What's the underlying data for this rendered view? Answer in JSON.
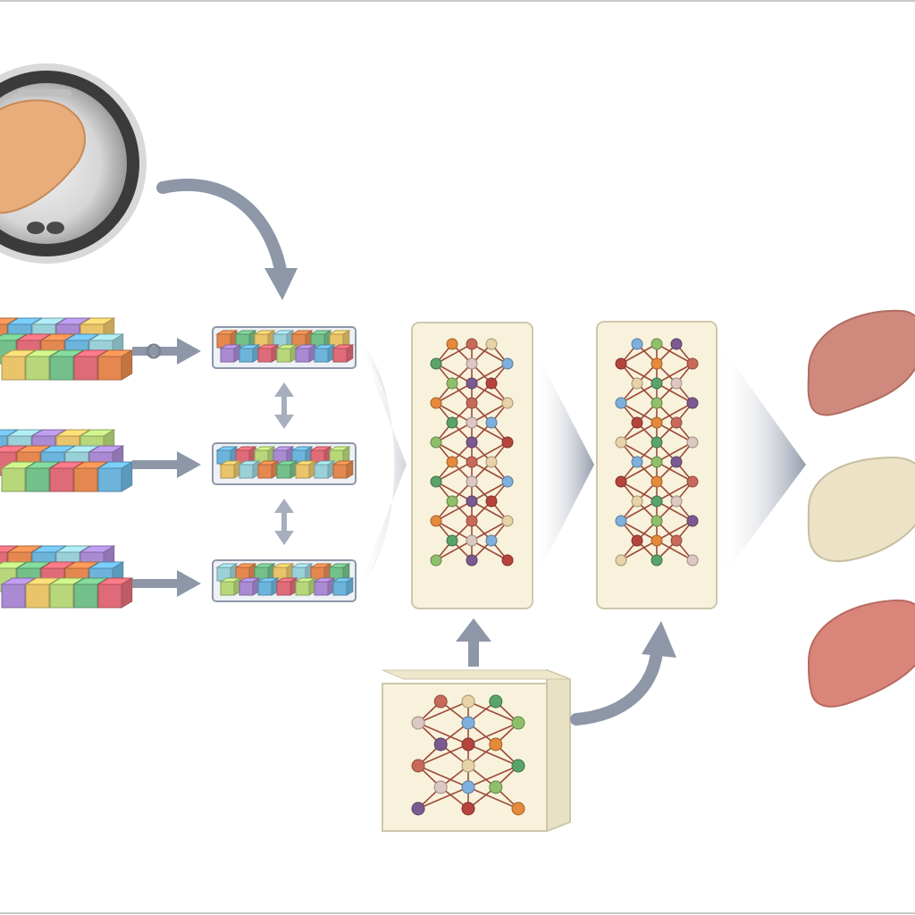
{
  "diagram": {
    "labels": [],
    "colors": {
      "arrow": "#8e97a8",
      "panel_fill": "#f8f2dc",
      "panel_stroke": "#cfc7ac",
      "edge": "#9c4a3a",
      "ring": "#3a3a3a",
      "ring_outer": "#bdbdbd",
      "organ_orange": "#e8ad7a",
      "organ_red": "#cf8a7d",
      "organ_beige": "#ece3c7",
      "organ_salmon": "#d9857a"
    },
    "cube_palette": [
      "#e4884f",
      "#a98ad3",
      "#74c08a",
      "#6cb4dc",
      "#e9c46a",
      "#e06b78",
      "#9ad0d8",
      "#b7d77a"
    ],
    "node_palette": [
      "#e48a3a",
      "#7fb0dd",
      "#c9695a",
      "#8fbf6a",
      "#e7d3a7",
      "#7b5a8f",
      "#5aa36a",
      "#b5443c",
      "#dcc7c2"
    ],
    "nodes": [
      "scan-node",
      "input-cube-stack-1",
      "input-cube-stack-2",
      "input-cube-stack-3",
      "patch-strip-1",
      "patch-strip-2",
      "patch-strip-3",
      "graph-panel-1",
      "graph-panel-2",
      "prior-graph-panel",
      "output-organ-1",
      "output-organ-2",
      "output-organ-3"
    ],
    "edges": [
      {
        "from": "scan-node",
        "to": "patch-strip-1"
      },
      {
        "from": "input-cube-stack-1",
        "to": "patch-strip-1"
      },
      {
        "from": "input-cube-stack-2",
        "to": "patch-strip-2"
      },
      {
        "from": "input-cube-stack-3",
        "to": "patch-strip-3"
      },
      {
        "from": "patch-strip-1",
        "to": "patch-strip-2",
        "bidirectional": true
      },
      {
        "from": "patch-strip-2",
        "to": "patch-strip-3",
        "bidirectional": true
      },
      {
        "from": "patch-strip-2",
        "to": "graph-panel-1"
      },
      {
        "from": "graph-panel-1",
        "to": "graph-panel-2"
      },
      {
        "from": "graph-panel-2",
        "to": "output-organ-2"
      },
      {
        "from": "prior-graph-panel",
        "to": "graph-panel-1"
      },
      {
        "from": "prior-graph-panel",
        "to": "graph-panel-2"
      }
    ]
  }
}
